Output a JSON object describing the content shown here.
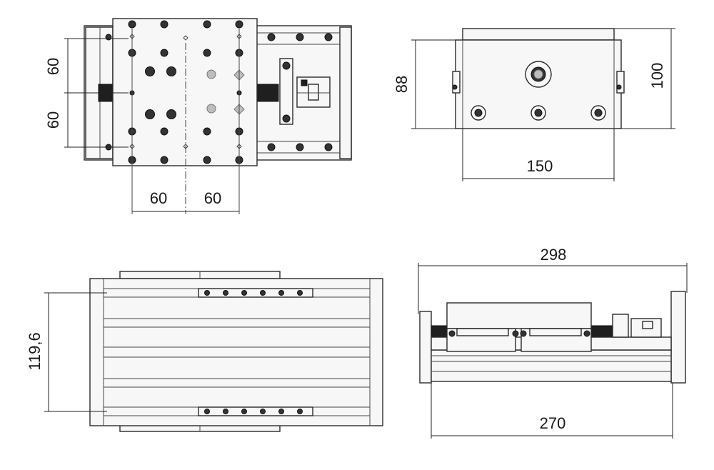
{
  "views": {
    "top": {
      "dim_upper_vertical": "60",
      "dim_lower_vertical": "60",
      "dim_left_horizontal": "60",
      "dim_right_horizontal": "60"
    },
    "end": {
      "dim_height_inner": "88",
      "dim_height_outer": "100",
      "dim_width": "150"
    },
    "bottom": {
      "dim_width": "119,6"
    },
    "side": {
      "dim_total_length": "298",
      "dim_rail_length": "270"
    }
  },
  "colors": {
    "line": "#2a2a2a",
    "fill": "#f7f7f7",
    "dark": "#1f1f1f"
  }
}
